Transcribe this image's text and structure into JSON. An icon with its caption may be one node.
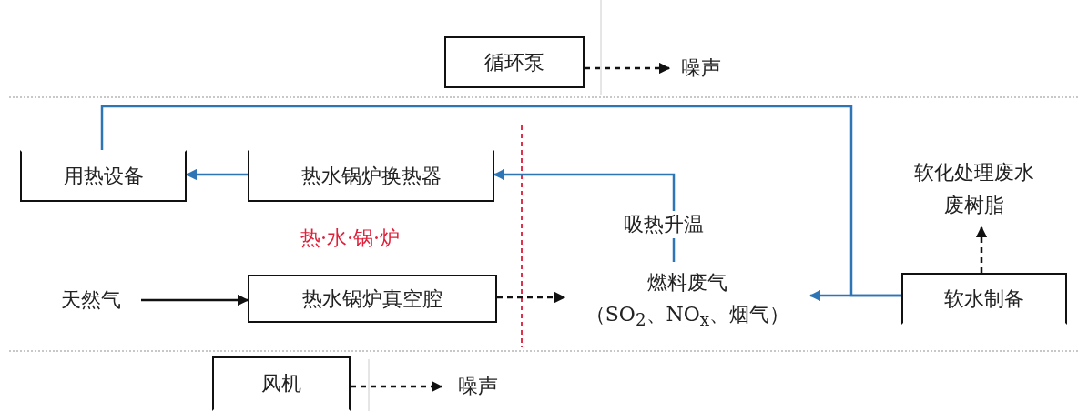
{
  "diagram": {
    "nodes": [
      {
        "text": [
          "循环泵"
        ]
      },
      {
        "text": [
          "噪声"
        ]
      },
      {
        "text": [
          "用热设备"
        ]
      },
      {
        "text": [
          "热水锅炉换热器"
        ]
      },
      {
        "text": [
          "软化处理废水",
          "废树脂"
        ]
      },
      {
        "text": [
          "天然气"
        ]
      },
      {
        "text": [
          "热水锅炉真空腔"
        ]
      },
      {
        "text": [
          "燃料废气",
          "（SO$_{2}$、NO$_{x}$、烟气）"
        ]
      },
      {
        "text": [
          "软水制备"
        ]
      },
      {
        "text": [
          "风机"
        ]
      },
      {
        "text": [
          "噪声"
        ]
      }
    ],
    "edges": [
      {
        "from": 0,
        "to": 1,
        "arrow": "to",
        "style": "dashed"
      },
      {
        "from": 8,
        "to": 2,
        "arrow": "none",
        "color": "#2e75b6"
      },
      {
        "from": 3,
        "to": 2,
        "arrow": "to",
        "color": "#2e75b6"
      },
      {
        "from": 7,
        "to": 3,
        "arrow": "to",
        "color": "#2e75b6",
        "label": "吸热升温"
      },
      {
        "from": 8,
        "to": 4,
        "arrow": "to",
        "style": "dashed"
      },
      {
        "from": 5,
        "to": 6,
        "arrow": "to"
      },
      {
        "from": 6,
        "to": 7,
        "arrow": "to",
        "style": "dashed"
      },
      {
        "from": 8,
        "to": 7,
        "arrow": "to",
        "color": "#2e75b6"
      },
      {
        "from": 9,
        "to": 10,
        "arrow": "to",
        "style": "dashed"
      }
    ],
    "labels": [
      "热·水·锅·炉"
    ]
  }
}
